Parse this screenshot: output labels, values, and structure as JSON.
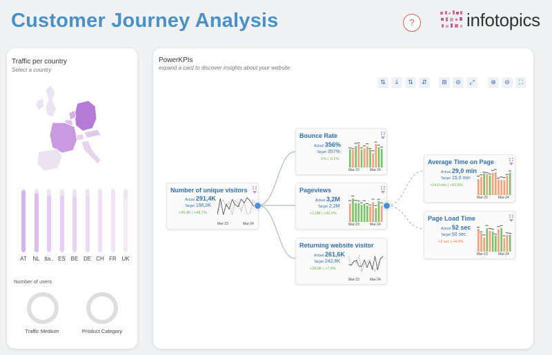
{
  "header": {
    "title": "Customer Journey Analysis",
    "help_label": "?",
    "logo_text": "infotopics"
  },
  "left_panel": {
    "title": "Traffic per country",
    "subtitle": "Select a country",
    "countries": [
      {
        "code": "AT",
        "level": 0.98
      },
      {
        "code": "NL",
        "level": 0.94
      },
      {
        "code": "Ita..",
        "level": 0.9
      },
      {
        "code": "ES",
        "level": 0.9
      },
      {
        "code": "BE",
        "level": 0.89
      },
      {
        "code": "DE",
        "level": 0.88
      },
      {
        "code": "CH",
        "level": 0.87
      },
      {
        "code": "FR",
        "level": 0.86
      },
      {
        "code": "UK",
        "level": 0.85
      }
    ],
    "users_title": "Number of users",
    "donuts": [
      {
        "label": "Traffic Medium"
      },
      {
        "label": "Product Category"
      }
    ]
  },
  "right_panel": {
    "title": "PowerKPIs",
    "subtitle": "expand a card to discover insights about your website",
    "toolbar_sort": [
      "⇅",
      "↓",
      "⇅",
      "⇵"
    ],
    "toolbar_view": [
      "⊞",
      "⊘",
      "⤢"
    ],
    "toolbar_zoom": [
      "⊕",
      "⊖",
      "⛶"
    ]
  },
  "cards": {
    "unique_visitors": {
      "title": "Number of unique visitors",
      "actual_label": "Actual",
      "actual": "291,4K",
      "target_label": "Target",
      "target": "196,0K",
      "delta": "+95,4K | +48,7%",
      "x_start": "Mar-23",
      "x_end": "Mar-24"
    },
    "bounce_rate": {
      "title": "Bounce Rate",
      "actual_label": "Actual",
      "actual": "356%",
      "target_label": "Target",
      "target": "357%",
      "delta": "-1% | -0,2%",
      "x_start": "Mar-23",
      "x_end": "Mar-24"
    },
    "pageviews": {
      "title": "Pageviews",
      "actual_label": "Actual",
      "actual": "3,2M",
      "target_label": "Target",
      "target": "2,2M",
      "delta": "+1,0M | +43,9%",
      "x_start": "Mar-23",
      "x_end": "Mar-24"
    },
    "returning": {
      "title": "Returning website visitor",
      "actual_label": "Actual",
      "actual": "261,6K",
      "target_label": "Target",
      "target": "242,8K",
      "delta": "+18,9K | +7,8%",
      "x_start": "Mar-23",
      "x_end": "Mar-24"
    },
    "avg_time": {
      "title": "Average Time on Page",
      "actual_label": "Actual",
      "actual": "29,0 min",
      "target_label": "Target",
      "target": "15,0 min",
      "delta": "+14,0 min | +93,3%",
      "x_start": "Mar-23",
      "x_end": "Mar-24"
    },
    "load_time": {
      "title": "Page Load Time",
      "actual_label": "Actual",
      "actual": "52 sec",
      "target_label": "Target",
      "target": "50 sec",
      "delta": "+2 sec | +4,0%",
      "x_start": "Mar-23",
      "x_end": "Mar-24"
    }
  },
  "colors": {
    "accent": "#4a90c8",
    "kpi_blue": "#2f6fb4",
    "positive": "#6cb24a",
    "negative": "#e8793e",
    "purple_dark": "#c48ee0",
    "purple_light": "#ede6f2"
  }
}
